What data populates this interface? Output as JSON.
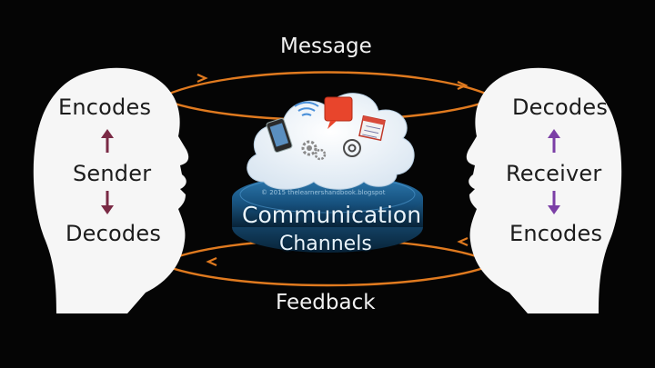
{
  "top_label": "Message",
  "bottom_label": "Feedback",
  "sender": {
    "top": "Encodes",
    "role": "Sender",
    "bottom": "Decodes"
  },
  "receiver": {
    "top": "Decodes",
    "role": "Receiver",
    "bottom": "Encodes"
  },
  "channel": {
    "line1": "Communication",
    "line2": "Channels",
    "copyright": "© 2015 thelearnershandbook.blogspot"
  },
  "colors": {
    "background": "#000000",
    "arrow_orange": "#e07a1f",
    "sender_arrow": "#7a2a45",
    "receiver_arrow": "#7b3fa6",
    "cloud": "#f4f7fb",
    "disc": "#1f5f8f"
  },
  "icons": [
    "phone-icon",
    "wifi-icon",
    "chat-bubble-icon",
    "calendar-icon",
    "gear-icon",
    "at-sign-icon"
  ]
}
